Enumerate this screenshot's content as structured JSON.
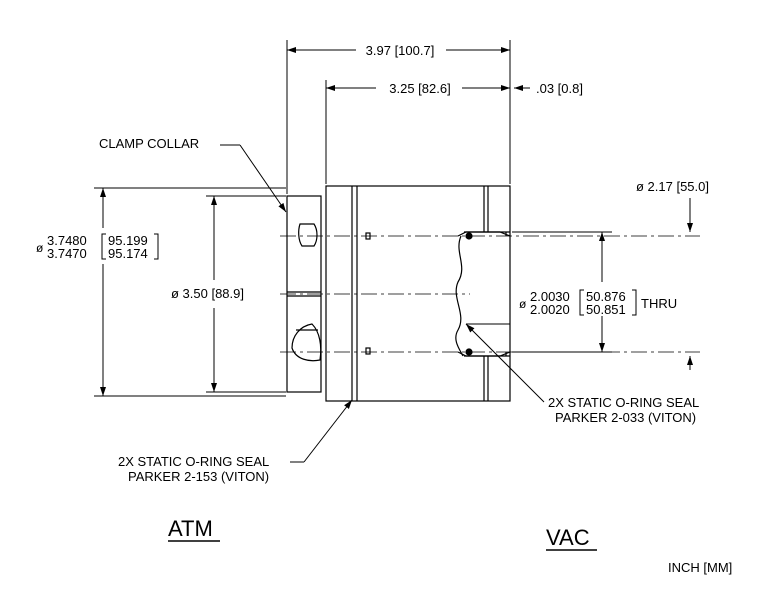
{
  "dimensions": {
    "overall_length": "3.97 [100.7]",
    "body_length": "3.25 [82.6]",
    "offset": ".03 [0.8]",
    "flange_dia_prefix": "ø",
    "flange_dia_in_max": "3.7480",
    "flange_dia_in_min": "3.7470",
    "flange_dia_mm_max": "95.199",
    "flange_dia_mm_min": "95.174",
    "body_dia": "ø 3.50 [88.9]",
    "tube_od": "ø 2.17 [55.0]",
    "bore_dia_prefix": "ø",
    "bore_dia_in_max": "2.0030",
    "bore_dia_in_min": "2.0020",
    "bore_dia_mm_max": "50.876",
    "bore_dia_mm_min": "50.851",
    "bore_suffix": "THRU"
  },
  "callouts": {
    "clamp_collar": "CLAMP COLLAR",
    "seal_large_line1": "2X STATIC O-RING SEAL",
    "seal_large_line2": "PARKER 2-153 (VITON)",
    "seal_small_line1": "2X STATIC O-RING SEAL",
    "seal_small_line2": "PARKER 2-033 (VITON)"
  },
  "sides": {
    "left": "ATM",
    "right": "VAC"
  },
  "units": "INCH [MM]",
  "colors": {
    "line": "#000000",
    "background": "#ffffff"
  }
}
